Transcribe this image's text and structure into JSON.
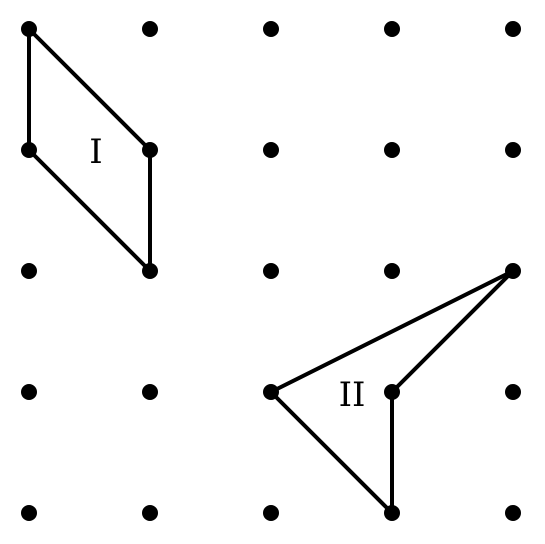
{
  "grid": {
    "columns": 5,
    "rows": 5,
    "dot_color": "#000000"
  },
  "shapes": [
    {
      "label": "I",
      "vertices": [
        [
          0,
          0
        ],
        [
          1,
          1
        ],
        [
          1,
          2
        ],
        [
          0,
          1
        ]
      ],
      "stroke_color": "#000000"
    },
    {
      "label": "II",
      "vertices": [
        [
          4,
          2
        ],
        [
          3,
          3
        ],
        [
          3,
          4
        ],
        [
          2,
          3
        ]
      ],
      "stroke_color": "#000000"
    }
  ]
}
